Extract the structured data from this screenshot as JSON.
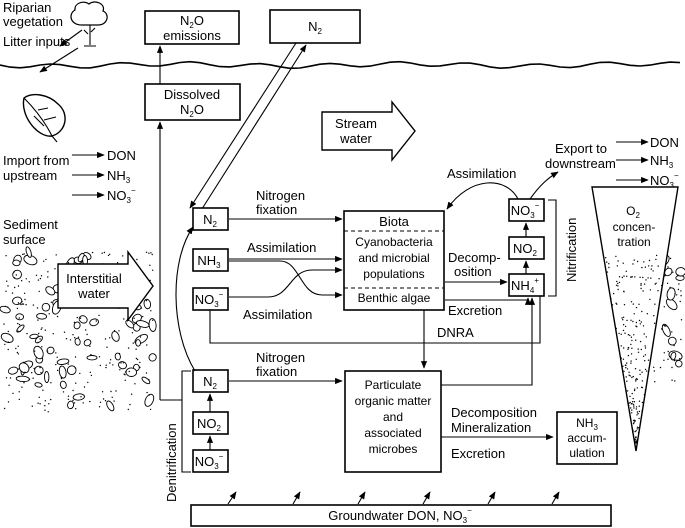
{
  "riparian": {
    "line1": "Riparian",
    "line2": "vegetation",
    "litter": "Litter inputs"
  },
  "n2o_emissions": {
    "line1": "N",
    "sub": "2",
    "line1b": "O",
    "line2": "emissions"
  },
  "n2_top": {
    "label": "N",
    "sub": "2"
  },
  "dissolved_n2o": {
    "line1": "Dissolved",
    "line2a": "N",
    "sub": "2",
    "line2b": "O"
  },
  "stream_water": {
    "line1": "Stream",
    "line2": "water"
  },
  "import": {
    "line1": "Import from",
    "line2": "upstream",
    "don": "DON",
    "nh3": "NH",
    "nh3_sub": "3",
    "no3": "NO",
    "no3_sub": "3",
    "no3_sup": "−"
  },
  "export": {
    "line1": "Export to",
    "line2": "downstream",
    "don": "DON",
    "nh3": "NH",
    "nh3_sub": "3",
    "no3": "NO",
    "no3_sub": "3",
    "no3_sup": "−"
  },
  "sediment": {
    "line1": "Sediment",
    "line2": "surface"
  },
  "interstitial": {
    "line1": "Interstitial",
    "line2": "water"
  },
  "species": {
    "n2": "N",
    "n2_sub": "2",
    "nh3": "NH",
    "nh3_sub": "3",
    "no3": "NO",
    "no3_sub": "3",
    "no3_sup": "−",
    "no2": "NO",
    "no2_sub": "2",
    "nh4": "NH",
    "nh4_sub": "4",
    "nh4_sup": "+"
  },
  "biota": {
    "title": "Biota",
    "line1": "Cyanobacteria",
    "line2": "and microbial",
    "line3": "populations",
    "algae": "Benthic algae"
  },
  "particulate": {
    "line1": "Particulate",
    "line2": "organic matter",
    "line3": "and",
    "line4": "associated",
    "line5": "microbes"
  },
  "nh3_accum": {
    "line1a": "NH",
    "sub": "3",
    "line2": "accum-",
    "line3": "ulation"
  },
  "o2": {
    "line1": "O",
    "sub": "2",
    "line2": "concen-",
    "line3": "tration"
  },
  "labels": {
    "nitrogen": "Nitrogen",
    "fixation": "fixation",
    "assimilation": "Assimilation",
    "decomp": "Decomp-",
    "osition": "osition",
    "excretion": "Excretion",
    "dnra": "DNRA",
    "nitrification": "Nitrification",
    "denitrification": "Denitrification",
    "decomposition": "Decomposition",
    "mineralization": "Mineralization"
  },
  "groundwater": {
    "label": "Groundwater DON, NO",
    "sub": "3",
    "sup": "−"
  }
}
